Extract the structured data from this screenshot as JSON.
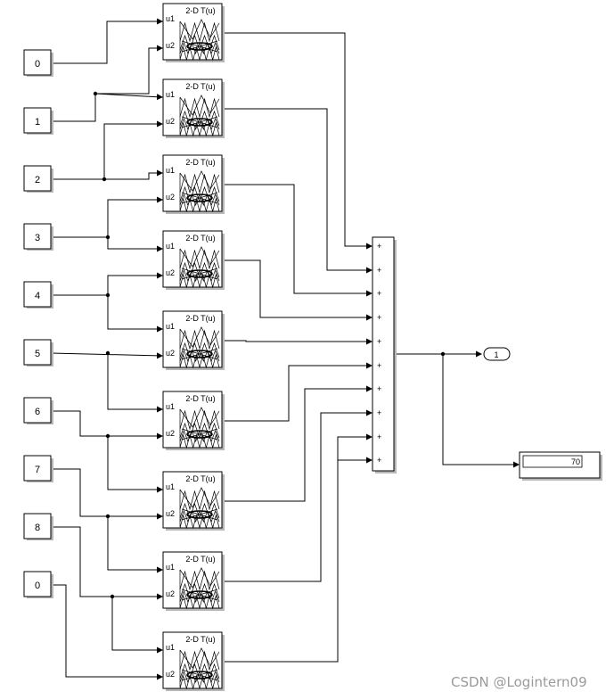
{
  "constants": [
    "0",
    "1",
    "2",
    "3",
    "4",
    "5",
    "6",
    "7",
    "8",
    "0"
  ],
  "lookup_blocks": [
    {
      "title": "2-D T(u)",
      "in1": "u1",
      "in2": "u2"
    },
    {
      "title": "2-D T(u)",
      "in1": "u1",
      "in2": "u2"
    },
    {
      "title": "2-D T(u)",
      "in1": "u1",
      "in2": "u2"
    },
    {
      "title": "2-D T(u)",
      "in1": "u1",
      "in2": "u2"
    },
    {
      "title": "2-D T(u)",
      "in1": "u1",
      "in2": "u2"
    },
    {
      "title": "2-D T(u)",
      "in1": "u1",
      "in2": "u2"
    },
    {
      "title": "2-D T(u)",
      "in1": "u1",
      "in2": "u2"
    },
    {
      "title": "2-D T(u)",
      "in1": "u1",
      "in2": "u2"
    },
    {
      "title": "2-D T(u)",
      "in1": "u1",
      "in2": "u2"
    },
    {
      "title": "2-D T(u)",
      "in1": "u1",
      "in2": "u2"
    }
  ],
  "sum_signs": [
    "+",
    "+",
    "+",
    "+",
    "+",
    "+",
    "+",
    "+",
    "+",
    "+"
  ],
  "outport": {
    "label": "1"
  },
  "display": {
    "value": "70"
  },
  "watermark": "CSDN @Logintern09",
  "colors": {
    "line": "#000000",
    "block_fill": "#ffffff",
    "shadow": "#b0b0b0"
  }
}
